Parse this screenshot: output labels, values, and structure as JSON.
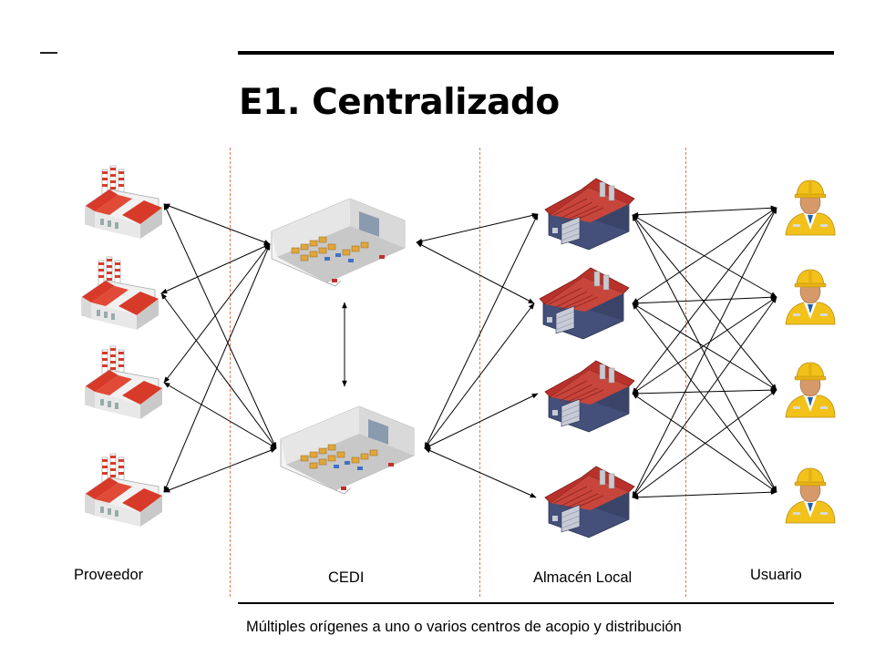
{
  "header": {
    "title": "E1. Centralizado"
  },
  "columns": {
    "proveedor": "Proveedor",
    "cedi": "CEDI",
    "almacen": "Almacén Local",
    "usuario": "Usuario"
  },
  "caption": "Múltiples orígenes a uno o varios centros de acopio y distribución",
  "colors": {
    "factory_roof": "#d83a2a",
    "warehouse_roof": "#b8322b",
    "warehouse_wall": "#44507a",
    "helmet": "#f2c21b",
    "divider": "#e2794d"
  },
  "icons": {
    "factory": "factory-icon",
    "distribution_center": "distribution-center-icon",
    "warehouse": "warehouse-icon",
    "user": "worker-icon"
  }
}
